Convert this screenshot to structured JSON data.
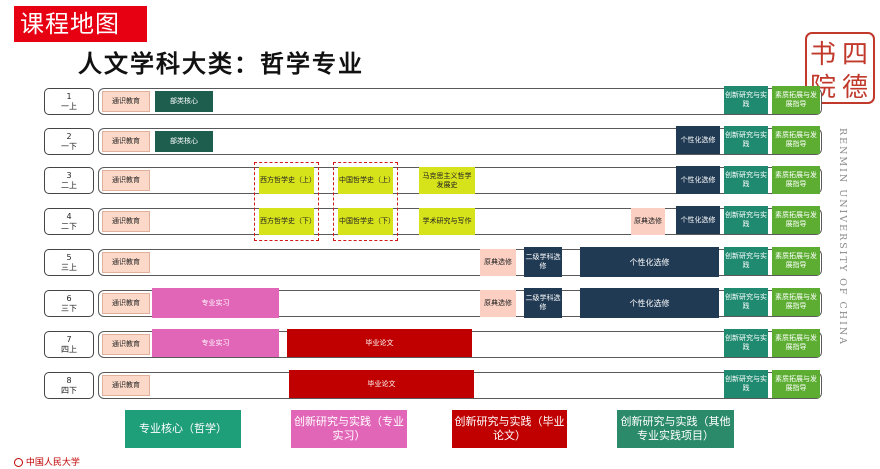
{
  "header": {
    "tag": "课程地图",
    "title": "人文学科大类：哲学专业",
    "vertical_text": "RENMIN UNIVERSITY OF CHINA",
    "seal_text": [
      "四",
      "书",
      "院",
      "德"
    ]
  },
  "rows": [
    {
      "num": "1",
      "term": "一上"
    },
    {
      "num": "2",
      "term": "一下"
    },
    {
      "num": "3",
      "term": "二上"
    },
    {
      "num": "4",
      "term": "二下"
    },
    {
      "num": "5",
      "term": "三上"
    },
    {
      "num": "6",
      "term": "三下"
    },
    {
      "num": "7",
      "term": "四上"
    },
    {
      "num": "8",
      "term": "四下"
    }
  ],
  "labels": {
    "general": "通识教育",
    "core": "部类核心",
    "innov": "创新研究与实践",
    "suzhi": "素质拓展与发展指导",
    "personal": "个性化选修",
    "west1": "西方哲学史（上）",
    "west2": "西方哲学史（下）",
    "china1": "中国哲学史（上）",
    "china2": "中国哲学史（下）",
    "marx": "马克思主义哲学发展史",
    "academic": "学术研究与写作",
    "original": "原典选修",
    "secondary": "二级学科选修",
    "internship": "专业实习",
    "thesis": "毕业论文"
  },
  "legend": [
    {
      "text": "专业核心（哲学）",
      "color": "#1f9e7a"
    },
    {
      "text": "创新研究与实践（专业实习）",
      "color": "#e266b8"
    },
    {
      "text": "创新研究与实践（毕业论文）",
      "color": "#c00000"
    },
    {
      "text": "创新研究与实践（其他专业实践项目）",
      "color": "#2a8a6a"
    }
  ],
  "footer": {
    "logo_text": "中国人民大学"
  }
}
